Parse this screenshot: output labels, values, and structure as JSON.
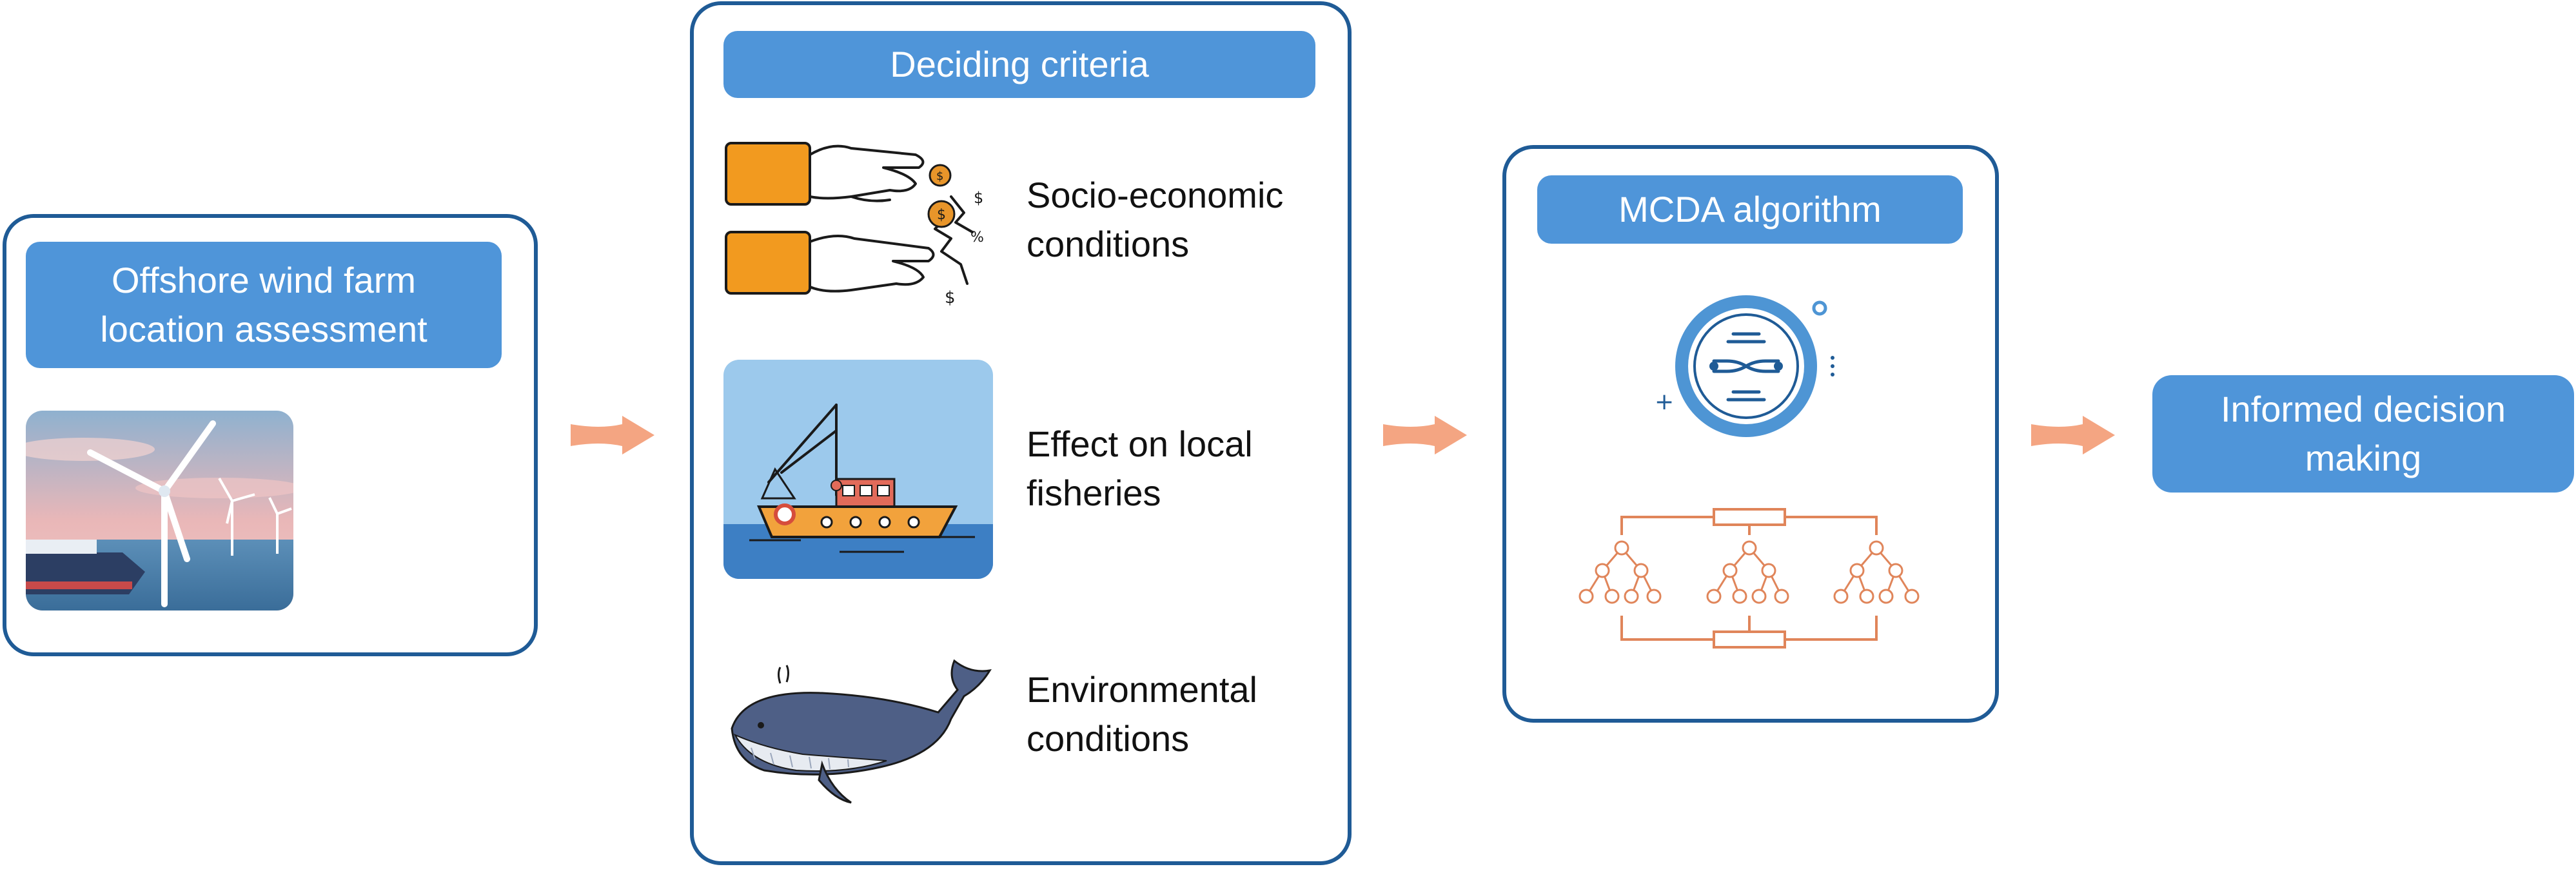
{
  "colors": {
    "header_fill": "#4f95d9",
    "panel_border": "#1f5b96",
    "arrow": "#f4a582",
    "tree": "#e0855a"
  },
  "offshore_panel": {
    "title_line1": "Offshore wind farm",
    "title_line2": "location assessment",
    "image_icon": "offshore-wind-turbines-illustration"
  },
  "criteria_panel": {
    "title": "Deciding criteria",
    "items": [
      {
        "icon": "hands-coins-icon",
        "line1": "Socio-economic",
        "line2": "conditions"
      },
      {
        "icon": "fishing-boat-icon",
        "line1": "Effect on local",
        "line2": "fisheries"
      },
      {
        "icon": "whale-icon",
        "line1": "Environmental",
        "line2": "conditions"
      }
    ]
  },
  "mcda_panel": {
    "title": "MCDA algorithm",
    "icons": [
      "algorithm-circle-icon",
      "decision-tree-icon"
    ]
  },
  "outcome": {
    "line1": "Informed decision",
    "line2": "making"
  }
}
